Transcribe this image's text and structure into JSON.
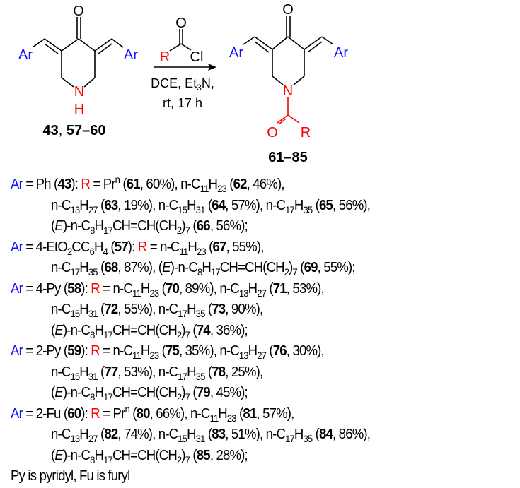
{
  "scheme": {
    "reactant": {
      "o": "O",
      "ar_left": "Ar",
      "ar_right": "Ar",
      "n": "N",
      "h": "H",
      "label_a": "43",
      "label_sep": ", ",
      "label_b": "57–60"
    },
    "reagent": {
      "o": "O",
      "r": "R",
      "cl": "Cl",
      "cond1": "DCE, Et",
      "cond1_sub": "3",
      "cond1_end": "N,",
      "cond2": "rt, 17 h"
    },
    "product": {
      "o": "O",
      "ar_left": "Ar",
      "ar_right": "Ar",
      "n": "N",
      "acyl_o": "O",
      "r": "R",
      "label": "61–85"
    },
    "colors": {
      "ar": "#1010ff",
      "r": "#ff0000"
    }
  },
  "lines": [
    [
      [
        "Ar",
        "blue"
      ],
      [
        " = Ph (",
        ""
      ],
      [
        "43",
        "b"
      ],
      [
        "): ",
        ""
      ],
      [
        "R",
        "red"
      ],
      [
        " = Pr",
        ""
      ],
      [
        "n",
        "sup"
      ],
      [
        " (",
        ""
      ],
      [
        "61",
        "b"
      ],
      [
        ", 60%), n-C",
        ""
      ],
      [
        "11",
        "sub"
      ],
      [
        "H",
        ""
      ],
      [
        "23",
        "sub"
      ],
      [
        " (",
        ""
      ],
      [
        "62",
        "b"
      ],
      [
        ", 46%),",
        ""
      ]
    ],
    [
      [
        "n-C",
        ""
      ],
      [
        "13",
        "sub"
      ],
      [
        "H",
        ""
      ],
      [
        "27",
        "sub"
      ],
      [
        " (",
        ""
      ],
      [
        "63",
        "b"
      ],
      [
        ", 19%), n-C",
        ""
      ],
      [
        "15",
        "sub"
      ],
      [
        "H",
        ""
      ],
      [
        "31",
        "sub"
      ],
      [
        " (",
        ""
      ],
      [
        "64",
        "b"
      ],
      [
        ", 57%), n-C",
        ""
      ],
      [
        "17",
        "sub"
      ],
      [
        "H",
        ""
      ],
      [
        "35",
        "sub"
      ],
      [
        " (",
        ""
      ],
      [
        "65",
        "b"
      ],
      [
        ", 56%),",
        ""
      ]
    ],
    [
      [
        "(",
        ""
      ],
      [
        "E",
        "i"
      ],
      [
        ")-n-C",
        ""
      ],
      [
        "8",
        "sub"
      ],
      [
        "H",
        ""
      ],
      [
        "17",
        "sub"
      ],
      [
        "CH=CH(CH",
        ""
      ],
      [
        "2",
        "sub"
      ],
      [
        ")",
        ""
      ],
      [
        "7",
        "sub"
      ],
      [
        " (",
        ""
      ],
      [
        "66",
        "b"
      ],
      [
        ", 56%);",
        ""
      ]
    ],
    [
      [
        "Ar",
        "blue"
      ],
      [
        " = 4-EtO",
        ""
      ],
      [
        "2",
        "sub"
      ],
      [
        "CC",
        ""
      ],
      [
        "6",
        "sub"
      ],
      [
        "H",
        ""
      ],
      [
        "4",
        "sub"
      ],
      [
        " (",
        ""
      ],
      [
        "57",
        "b"
      ],
      [
        "): ",
        ""
      ],
      [
        "R",
        "red"
      ],
      [
        " = n-C",
        ""
      ],
      [
        "11",
        "sub"
      ],
      [
        "H",
        ""
      ],
      [
        "23",
        "sub"
      ],
      [
        " (",
        ""
      ],
      [
        "67",
        "b"
      ],
      [
        ", 55%),",
        ""
      ]
    ],
    [
      [
        "n-C",
        ""
      ],
      [
        "17",
        "sub"
      ],
      [
        "H",
        ""
      ],
      [
        "35",
        "sub"
      ],
      [
        " (",
        ""
      ],
      [
        "68",
        "b"
      ],
      [
        ", 87%), (",
        ""
      ],
      [
        "E",
        "i"
      ],
      [
        ")-n-C",
        ""
      ],
      [
        "8",
        "sub"
      ],
      [
        "H",
        ""
      ],
      [
        "17",
        "sub"
      ],
      [
        "CH=CH(CH",
        ""
      ],
      [
        "2",
        "sub"
      ],
      [
        ")",
        ""
      ],
      [
        "7",
        "sub"
      ],
      [
        " (",
        ""
      ],
      [
        "69",
        "b"
      ],
      [
        ", 55%);",
        ""
      ]
    ],
    [
      [
        "Ar",
        "blue"
      ],
      [
        " = 4-Py (",
        ""
      ],
      [
        "58",
        "b"
      ],
      [
        "): ",
        ""
      ],
      [
        "R",
        "red"
      ],
      [
        " = n-C",
        ""
      ],
      [
        "11",
        "sub"
      ],
      [
        "H",
        ""
      ],
      [
        "23",
        "sub"
      ],
      [
        " (",
        ""
      ],
      [
        "70",
        "b"
      ],
      [
        ", 89%), n-C",
        ""
      ],
      [
        "13",
        "sub"
      ],
      [
        "H",
        ""
      ],
      [
        "27",
        "sub"
      ],
      [
        " (",
        ""
      ],
      [
        "71",
        "b"
      ],
      [
        ", 53%),",
        ""
      ]
    ],
    [
      [
        "n-C",
        ""
      ],
      [
        "15",
        "sub"
      ],
      [
        "H",
        ""
      ],
      [
        "31",
        "sub"
      ],
      [
        " (",
        ""
      ],
      [
        "72",
        "b"
      ],
      [
        ", 55%), n-C",
        ""
      ],
      [
        "17",
        "sub"
      ],
      [
        "H",
        ""
      ],
      [
        "35",
        "sub"
      ],
      [
        " (",
        ""
      ],
      [
        "73",
        "b"
      ],
      [
        ", 90%),",
        ""
      ]
    ],
    [
      [
        "(",
        ""
      ],
      [
        "E",
        "i"
      ],
      [
        ")-n-C",
        ""
      ],
      [
        "8",
        "sub"
      ],
      [
        "H",
        ""
      ],
      [
        "17",
        "sub"
      ],
      [
        "CH=CH(CH",
        ""
      ],
      [
        "2",
        "sub"
      ],
      [
        ")",
        ""
      ],
      [
        "7",
        "sub"
      ],
      [
        " (",
        ""
      ],
      [
        "74",
        "b"
      ],
      [
        ", 36%);",
        ""
      ]
    ],
    [
      [
        "Ar",
        "blue"
      ],
      [
        " = 2-Py (",
        ""
      ],
      [
        "59",
        "b"
      ],
      [
        "): ",
        ""
      ],
      [
        "R",
        "red"
      ],
      [
        " = n-C",
        ""
      ],
      [
        "11",
        "sub"
      ],
      [
        "H",
        ""
      ],
      [
        "23",
        "sub"
      ],
      [
        " (",
        ""
      ],
      [
        "75",
        "b"
      ],
      [
        ", 35%), n-C",
        ""
      ],
      [
        "13",
        "sub"
      ],
      [
        "H",
        ""
      ],
      [
        "27",
        "sub"
      ],
      [
        " (",
        ""
      ],
      [
        "76",
        "b"
      ],
      [
        ", 30%),",
        ""
      ]
    ],
    [
      [
        "n-C",
        ""
      ],
      [
        "15",
        "sub"
      ],
      [
        "H",
        ""
      ],
      [
        "31",
        "sub"
      ],
      [
        " (",
        ""
      ],
      [
        "77",
        "b"
      ],
      [
        ", 53%), n-C",
        ""
      ],
      [
        "17",
        "sub"
      ],
      [
        "H",
        ""
      ],
      [
        "35",
        "sub"
      ],
      [
        " (",
        ""
      ],
      [
        "78",
        "b"
      ],
      [
        ", 25%),",
        ""
      ]
    ],
    [
      [
        "(",
        ""
      ],
      [
        "E",
        "i"
      ],
      [
        ")-n-C",
        ""
      ],
      [
        "8",
        "sub"
      ],
      [
        "H",
        ""
      ],
      [
        "17",
        "sub"
      ],
      [
        "CH=CH(CH",
        ""
      ],
      [
        "2",
        "sub"
      ],
      [
        ")",
        ""
      ],
      [
        "7",
        "sub"
      ],
      [
        " (",
        ""
      ],
      [
        "79",
        "b"
      ],
      [
        ", 45%);",
        ""
      ]
    ],
    [
      [
        "Ar",
        "blue"
      ],
      [
        " = 2-Fu (",
        ""
      ],
      [
        "60",
        "b"
      ],
      [
        "): ",
        ""
      ],
      [
        "R",
        "red"
      ],
      [
        " = Pr",
        ""
      ],
      [
        "n",
        "sup"
      ],
      [
        " (",
        ""
      ],
      [
        "80",
        "b"
      ],
      [
        ", 66%), n-C",
        ""
      ],
      [
        "11",
        "sub"
      ],
      [
        "H",
        ""
      ],
      [
        "23",
        "sub"
      ],
      [
        " (",
        ""
      ],
      [
        "81",
        "b"
      ],
      [
        ", 57%),",
        ""
      ]
    ],
    [
      [
        "n-C",
        ""
      ],
      [
        "13",
        "sub"
      ],
      [
        "H",
        ""
      ],
      [
        "27",
        "sub"
      ],
      [
        " (",
        ""
      ],
      [
        "82",
        "b"
      ],
      [
        ", 74%), n-C",
        ""
      ],
      [
        "15",
        "sub"
      ],
      [
        "H",
        ""
      ],
      [
        "31",
        "sub"
      ],
      [
        " (",
        ""
      ],
      [
        "83",
        "b"
      ],
      [
        ", 51%), n-C",
        ""
      ],
      [
        "17",
        "sub"
      ],
      [
        "H",
        ""
      ],
      [
        "35",
        "sub"
      ],
      [
        " (",
        ""
      ],
      [
        "84",
        "b"
      ],
      [
        ", 86%),",
        ""
      ]
    ],
    [
      [
        "(",
        ""
      ],
      [
        "E",
        "i"
      ],
      [
        ")-n-C",
        ""
      ],
      [
        "8",
        "sub"
      ],
      [
        "H",
        ""
      ],
      [
        "17",
        "sub"
      ],
      [
        "CH=CH(CH",
        ""
      ],
      [
        "2",
        "sub"
      ],
      [
        ")",
        ""
      ],
      [
        "7",
        "sub"
      ],
      [
        " (",
        ""
      ],
      [
        "85",
        "b"
      ],
      [
        ", 28%);",
        ""
      ]
    ],
    [
      [
        "Py is pyridyl, Fu is furyl",
        ""
      ]
    ]
  ]
}
